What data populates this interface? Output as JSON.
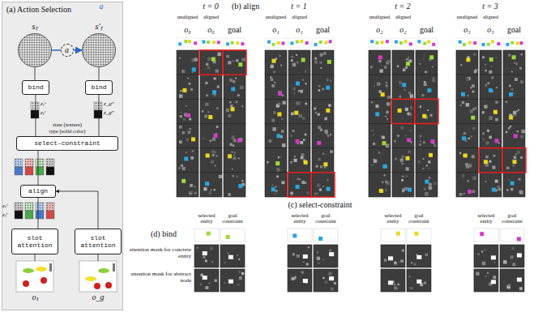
{
  "diagram": {
    "nodes": [
      {
        "text": [
          "(a) Action Selection"
        ]
      },
      {
        "text": [
          "sₜ"
        ],
        "in": 0
      },
      {
        "text": [
          "s′ₜ"
        ],
        "in": 0
      },
      {
        "text": [
          "bind"
        ],
        "in": 0
      },
      {
        "text": [
          "bind"
        ],
        "in": 0
      },
      {
        "text": [
          "select-constraint"
        ],
        "in": 0
      },
      {
        "text": [
          "align"
        ],
        "in": 0
      },
      {
        "text": [
          "slot attention"
        ],
        "in": 0
      },
      {
        "text": [
          "slot attention"
        ],
        "in": 0
      },
      {
        "text": [
          "oₜ"
        ],
        "in": 0
      },
      {
        "text": [
          "o_g"
        ],
        "in": 0
      }
    ],
    "edges": [
      {
        "from": 9,
        "to": 7,
        "arrow": "none"
      },
      {
        "from": 10,
        "to": 8,
        "arrow": "none"
      },
      {
        "from": 7,
        "to": 6,
        "arrow": "none"
      },
      {
        "from": 8,
        "to": 6,
        "arrow": "to"
      },
      {
        "from": 6,
        "to": 5,
        "arrow": "none"
      },
      {
        "from": 5,
        "to": 3,
        "arrow": "none"
      },
      {
        "from": 5,
        "to": 4,
        "arrow": "none"
      },
      {
        "from": 3,
        "to": 1,
        "arrow": "none"
      },
      {
        "from": 4,
        "to": 2,
        "arrow": "none"
      },
      {
        "from": 1,
        "to": 2,
        "arrow": "to",
        "label": "a"
      }
    ],
    "labels": [
      "a",
      "zₜˢ",
      "zₜᵗ",
      "z_gˢ′",
      "z_gᵗ′",
      "state (texture)",
      "type (solid color)",
      "zₜˢ",
      "zₜᵗ",
      "(b) align",
      "t = 0",
      "unaligned",
      "aligned",
      "o₀",
      "o₀",
      "goal",
      "t = 1",
      "unaligned",
      "aligned",
      "o₁",
      "o₁",
      "goal",
      "t = 2",
      "unaligned",
      "aligned",
      "o₂",
      "o₂",
      "goal",
      "t = 3",
      "unaligned",
      "aligned",
      "o₃",
      "o₃",
      "goal",
      "(c) select-constraint",
      "selected entity",
      "goal constraint",
      "selected entity",
      "goal constraint",
      "selected entity",
      "goal constraint",
      "selected entity",
      "goal constraint",
      "(d) bind",
      "attention mask for concrete entity",
      "attention mask for abstract node"
    ]
  }
}
